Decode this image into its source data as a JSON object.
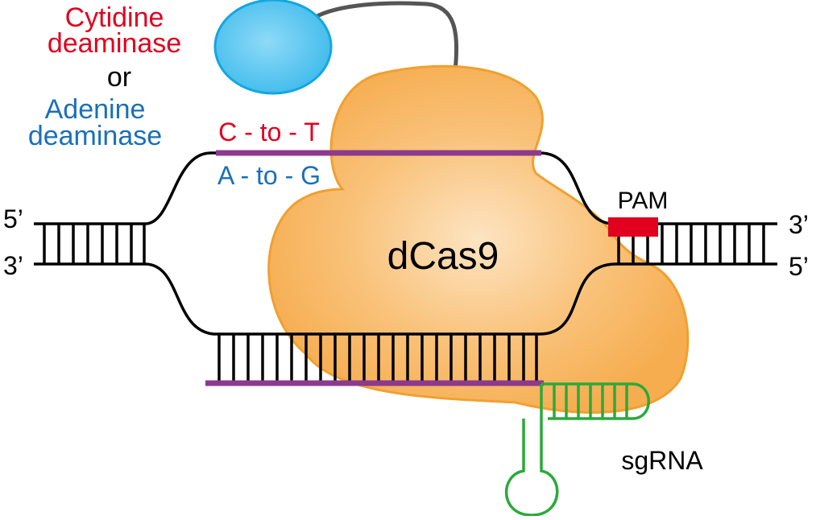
{
  "labels": {
    "cytidine_line1": "Cytidine",
    "cytidine_line2": "deaminase",
    "or": "or",
    "adenine_line1": "Adenine",
    "adenine_line2": "deaminase",
    "c_to_t": "C - to - T",
    "a_to_g": "A - to - G",
    "dcas9": "dCas9",
    "pam": "PAM",
    "sgrna": "sgRNA",
    "left_top_end": "5’",
    "left_bottom_end": "3’",
    "right_top_end": "3’",
    "right_bottom_end": "5’"
  },
  "colors": {
    "cytidine": "#e1001e",
    "adenine": "#1a70b8",
    "deaminase_fill": "#5cc6ef",
    "deaminase_stroke": "#12a7e0",
    "dcas9_fill": "#f8b55f",
    "dcas9_stroke": "#f0a030",
    "edited_strand": "#8c3a8c",
    "pam": "#e1001e",
    "sgrna": "#2aaa3a",
    "dna": "#000000",
    "linker": "#555555"
  }
}
